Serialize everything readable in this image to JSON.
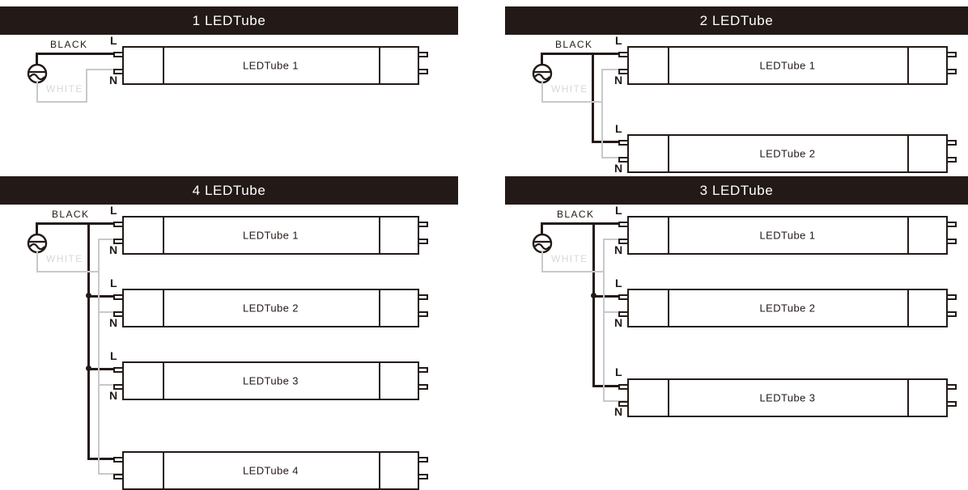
{
  "page": {
    "background": "#ffffff",
    "ink": "#231a17",
    "header_bg": "#231a17",
    "header_fg": "#ffffff",
    "neutral_wire_color": "#c9c9c9"
  },
  "panels": [
    {
      "id": "panel-1-ledtube",
      "title": "1 LEDTube",
      "source": {
        "icon": "ac-source-icon",
        "live_label": "BLACK",
        "neutral_label": "WHITE"
      },
      "tubes": [
        {
          "label": "LEDTube 1",
          "terminal_live": "L",
          "terminal_neutral": "N"
        }
      ]
    },
    {
      "id": "panel-2-ledtube",
      "title": "2 LEDTube",
      "source": {
        "icon": "ac-source-icon",
        "live_label": "BLACK",
        "neutral_label": "WHITE"
      },
      "tubes": [
        {
          "label": "LEDTube 1",
          "terminal_live": "L",
          "terminal_neutral": "N"
        },
        {
          "label": "LEDTube 2",
          "terminal_live": "L",
          "terminal_neutral": "N"
        }
      ]
    },
    {
      "id": "panel-4-ledtube",
      "title": "4 LEDTube",
      "source": {
        "icon": "ac-source-icon",
        "live_label": "BLACK",
        "neutral_label": "WHITE"
      },
      "tubes": [
        {
          "label": "LEDTube 1",
          "terminal_live": "L",
          "terminal_neutral": "N"
        },
        {
          "label": "LEDTube 2",
          "terminal_live": "L",
          "terminal_neutral": "N"
        },
        {
          "label": "LEDTube 3",
          "terminal_live": "L",
          "terminal_neutral": "N"
        },
        {
          "label": "LEDTube 4",
          "terminal_live": "",
          "terminal_neutral": ""
        }
      ]
    },
    {
      "id": "panel-3-ledtube",
      "title": "3 LEDTube",
      "source": {
        "icon": "ac-source-icon",
        "live_label": "BLACK",
        "neutral_label": "WHITE"
      },
      "tubes": [
        {
          "label": "LEDTube 1",
          "terminal_live": "L",
          "terminal_neutral": "N"
        },
        {
          "label": "LEDTube 2",
          "terminal_live": "L",
          "terminal_neutral": "N"
        },
        {
          "label": "LEDTube 3",
          "terminal_live": "L",
          "terminal_neutral": "N"
        }
      ]
    }
  ]
}
